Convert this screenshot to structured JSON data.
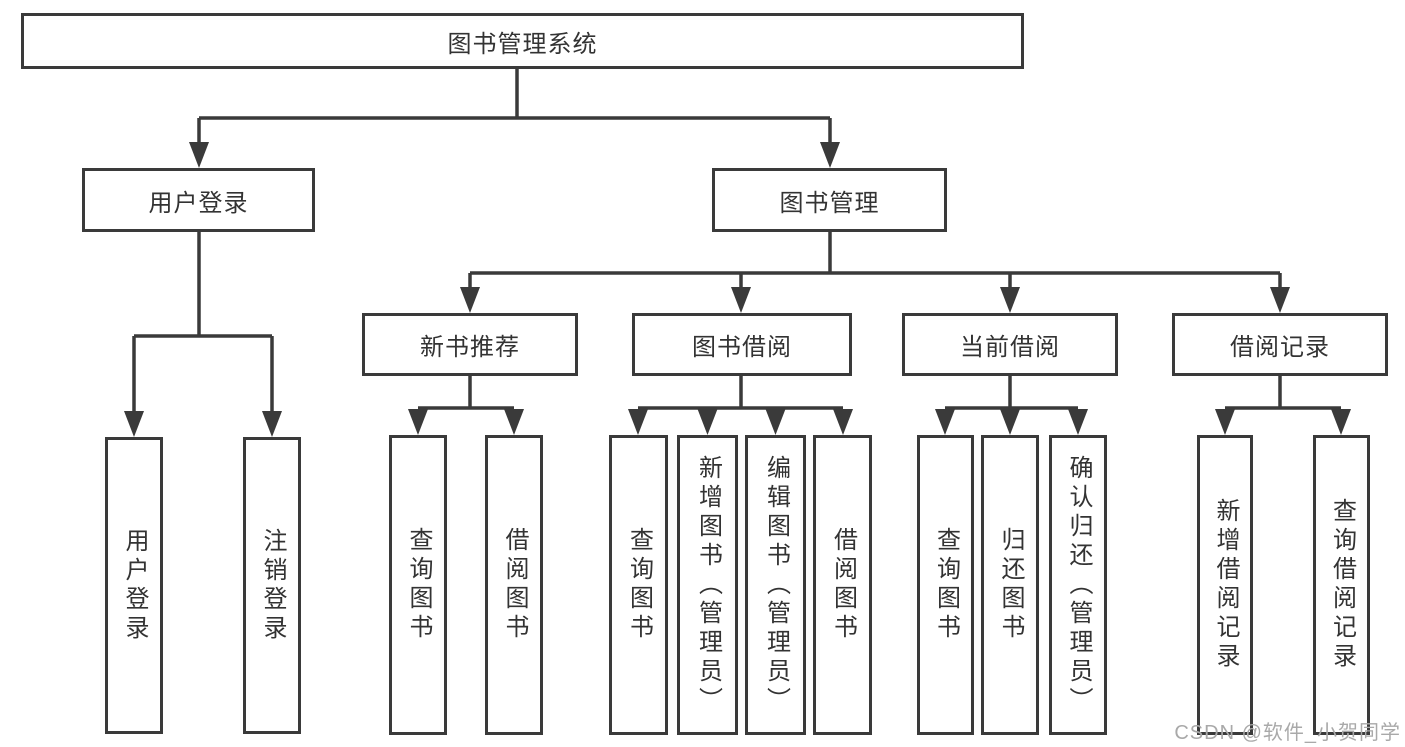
{
  "diagram": {
    "root": "图书管理系统",
    "level2": {
      "user_login": "用户登录",
      "book_management": "图书管理"
    },
    "level3": {
      "new_book_recommend": "新书推荐",
      "book_borrow": "图书借阅",
      "current_borrow": "当前借阅",
      "borrow_records": "借阅记录"
    },
    "leaves": {
      "user_login": [
        "用户登录",
        "注销登录"
      ],
      "new_book_recommend": [
        "查询图书",
        "借阅图书"
      ],
      "book_borrow": [
        "查询图书",
        "新增图书（管理员）",
        "编辑图书（管理员）",
        "借阅图书"
      ],
      "current_borrow": [
        "查询图书",
        "归还图书",
        "确认归还（管理员）"
      ],
      "borrow_records": [
        "新增借阅记录",
        "查询借阅记录"
      ]
    }
  },
  "watermark": "CSDN @软件_小贺同学",
  "colors": {
    "line": "#3a3a3a",
    "text": "#333333",
    "watermark": "#a9a9a9",
    "background": "#ffffff"
  }
}
